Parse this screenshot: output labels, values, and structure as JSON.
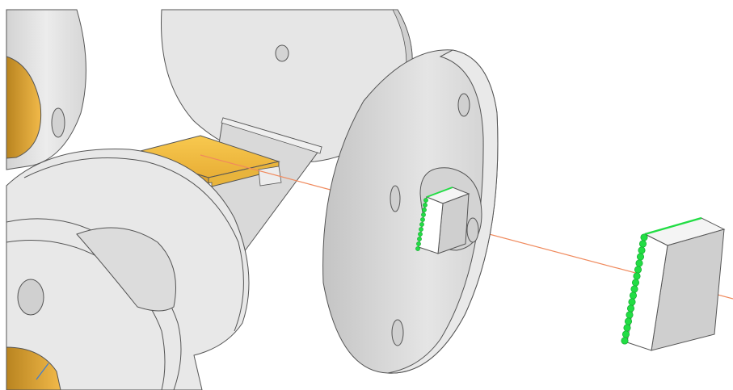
{
  "scene": {
    "type": "3d-cad-render",
    "visible_text": [],
    "colors": {
      "background": "#ffffff",
      "metal": "#e6e6e6",
      "metal_shade": "#cfcfcf",
      "metal_dark": "#b9b9b9",
      "edge": "#555555",
      "gold": "#f4bd45",
      "gold_shade": "#d9a12c",
      "bore_gold": "#e3a93a",
      "beam": "#f08a5d",
      "highlight_green": "#22dd44",
      "green_dark": "#14a830"
    },
    "objects": [
      "left-flange-top",
      "rear-flange",
      "angled-plate",
      "gold-plate",
      "front-flange",
      "center-flange",
      "center-crystal-block",
      "right-crystal-block",
      "laser-beam"
    ]
  }
}
